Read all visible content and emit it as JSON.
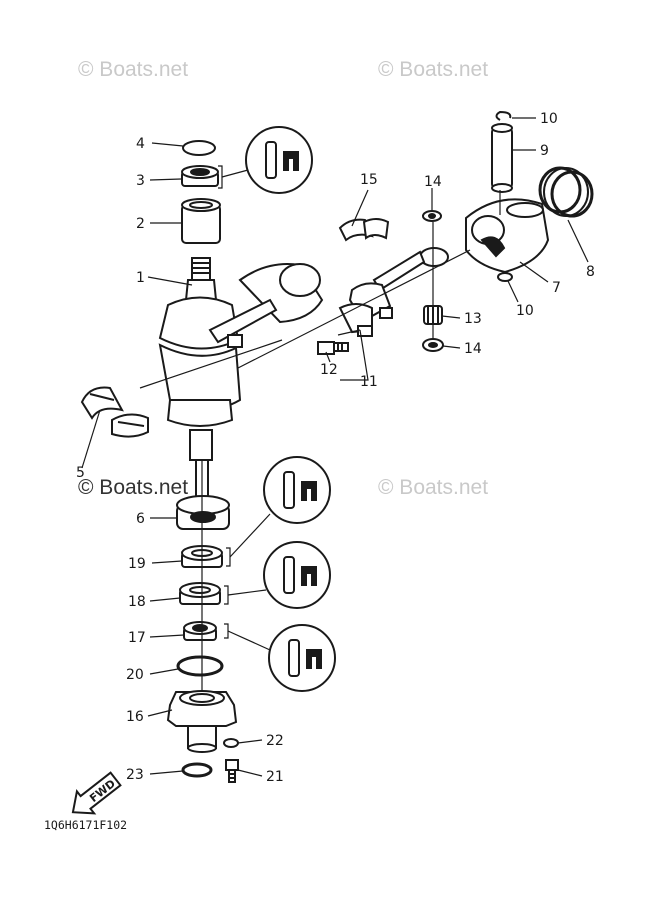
{
  "watermarks": [
    "© Boats.net",
    "© Boats.net",
    "© Boats.net",
    "© Boats.net"
  ],
  "callouts": {
    "c1": "1",
    "c2": "2",
    "c3": "3",
    "c4": "4",
    "c5": "5",
    "c6": "6",
    "c7": "7",
    "c8": "8",
    "c9": "9",
    "c10a": "10",
    "c10b": "10",
    "c11": "11",
    "c12": "12",
    "c13": "13",
    "c14a": "14",
    "c14b": "14",
    "c15": "15",
    "c16": "16",
    "c17": "17",
    "c18": "18",
    "c19": "19",
    "c20": "20",
    "c21": "21",
    "c22": "22",
    "c23": "23"
  },
  "fwd_label": "FWD",
  "diagram_code": "1Q6H6171F102",
  "colors": {
    "ink": "#1a1a1a",
    "watermark": "#c9c9c9",
    "background": "#ffffff"
  }
}
